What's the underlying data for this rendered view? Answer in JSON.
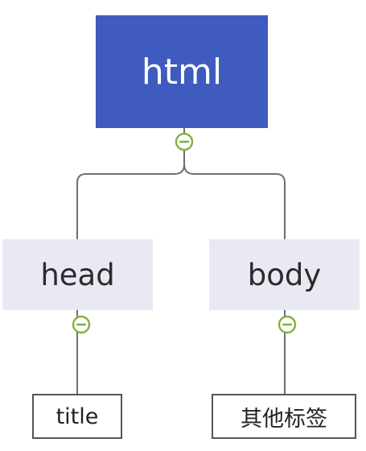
{
  "colors": {
    "root_fill": "#3f5bbf",
    "branch_fill": "#e9e9f4",
    "leaf_border": "#555555",
    "connector": "#6e6e6e",
    "toggle_stroke": "#7db33a",
    "toggle_fill": "#ffffff"
  },
  "tree": {
    "root": {
      "label": "html"
    },
    "branches": [
      {
        "label": "head",
        "children": [
          {
            "label": "title"
          }
        ]
      },
      {
        "label": "body",
        "children": [
          {
            "label": "其他标签"
          }
        ]
      }
    ]
  },
  "icons": {
    "toggle": "collapse-minus-icon"
  }
}
